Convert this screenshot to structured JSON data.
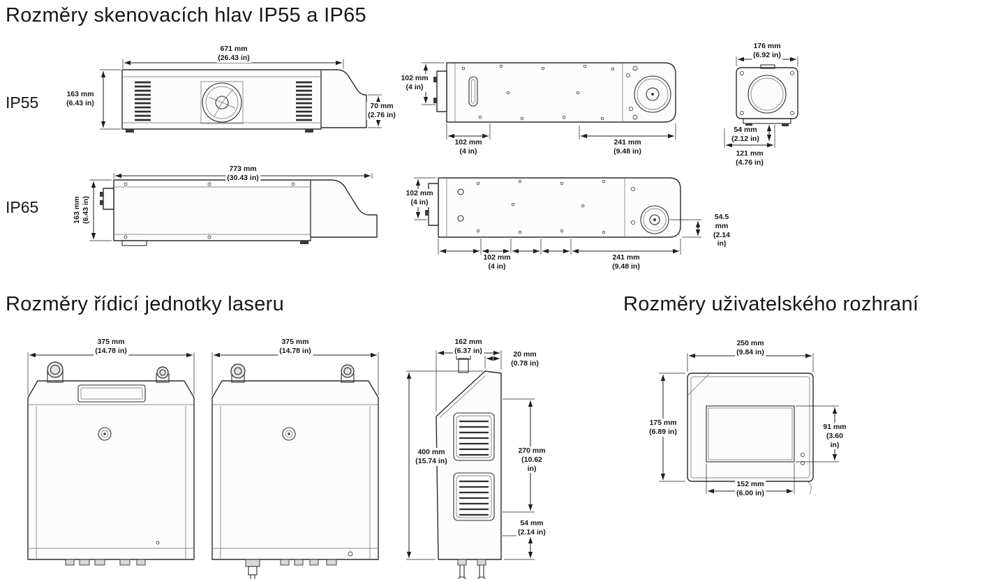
{
  "sections": {
    "heads_title": "Rozměry skenovacích hlav IP55 a IP65",
    "controller_title": "Rozměry řídicí jednotky laseru",
    "ui_title": "Rozměry uživatelského rozhraní"
  },
  "rows": {
    "ip55": "IP55",
    "ip65": "IP65"
  },
  "dims": {
    "ip55_side": {
      "width": "671 mm\n(26.43 in)",
      "height": "163 mm\n(6.43 in)",
      "nose_height": "70 mm\n(2.76 in)"
    },
    "ip55_top": {
      "depth": "102 mm\n(4 in)",
      "segment_left": "102 mm\n(4 in)",
      "segment_right": "241 mm\n(9.48 in)"
    },
    "ip55_front": {
      "width": "176 mm\n(6.92 in)",
      "lens_offset": "54 mm\n(2.12 in)",
      "base_width": "121 mm\n(4.76 in)"
    },
    "ip65_side": {
      "width": "773 mm\n(30.43 in)",
      "height": "163 mm\n(6.43 in)"
    },
    "ip65_top": {
      "depth": "102 mm\n(4 in)",
      "segment_left": "102 mm\n(4 in)",
      "segment_right": "241 mm\n(9.48 in)",
      "lens_offset": "54.5 mm\n(2.14 in)"
    },
    "controller_front": {
      "width": "375 mm\n(14.78 in)"
    },
    "controller_back": {
      "width": "375 mm\n(14.78 in)"
    },
    "controller_side": {
      "depth": "162 mm\n(6.37 in)",
      "top_offset": "20 mm\n(0.78 in)",
      "height": "400 mm\n(15.74 in)",
      "vent_span": "270 mm\n(10.62 in)",
      "bottom_offset": "54 mm\n(2.14 in)"
    },
    "ui": {
      "width": "250 mm\n(9.84 in)",
      "height": "175 mm\n(6.89 in)",
      "screen_height": "91 mm\n(3.60 in)",
      "screen_width": "152 mm\n(6.00 in)"
    }
  }
}
